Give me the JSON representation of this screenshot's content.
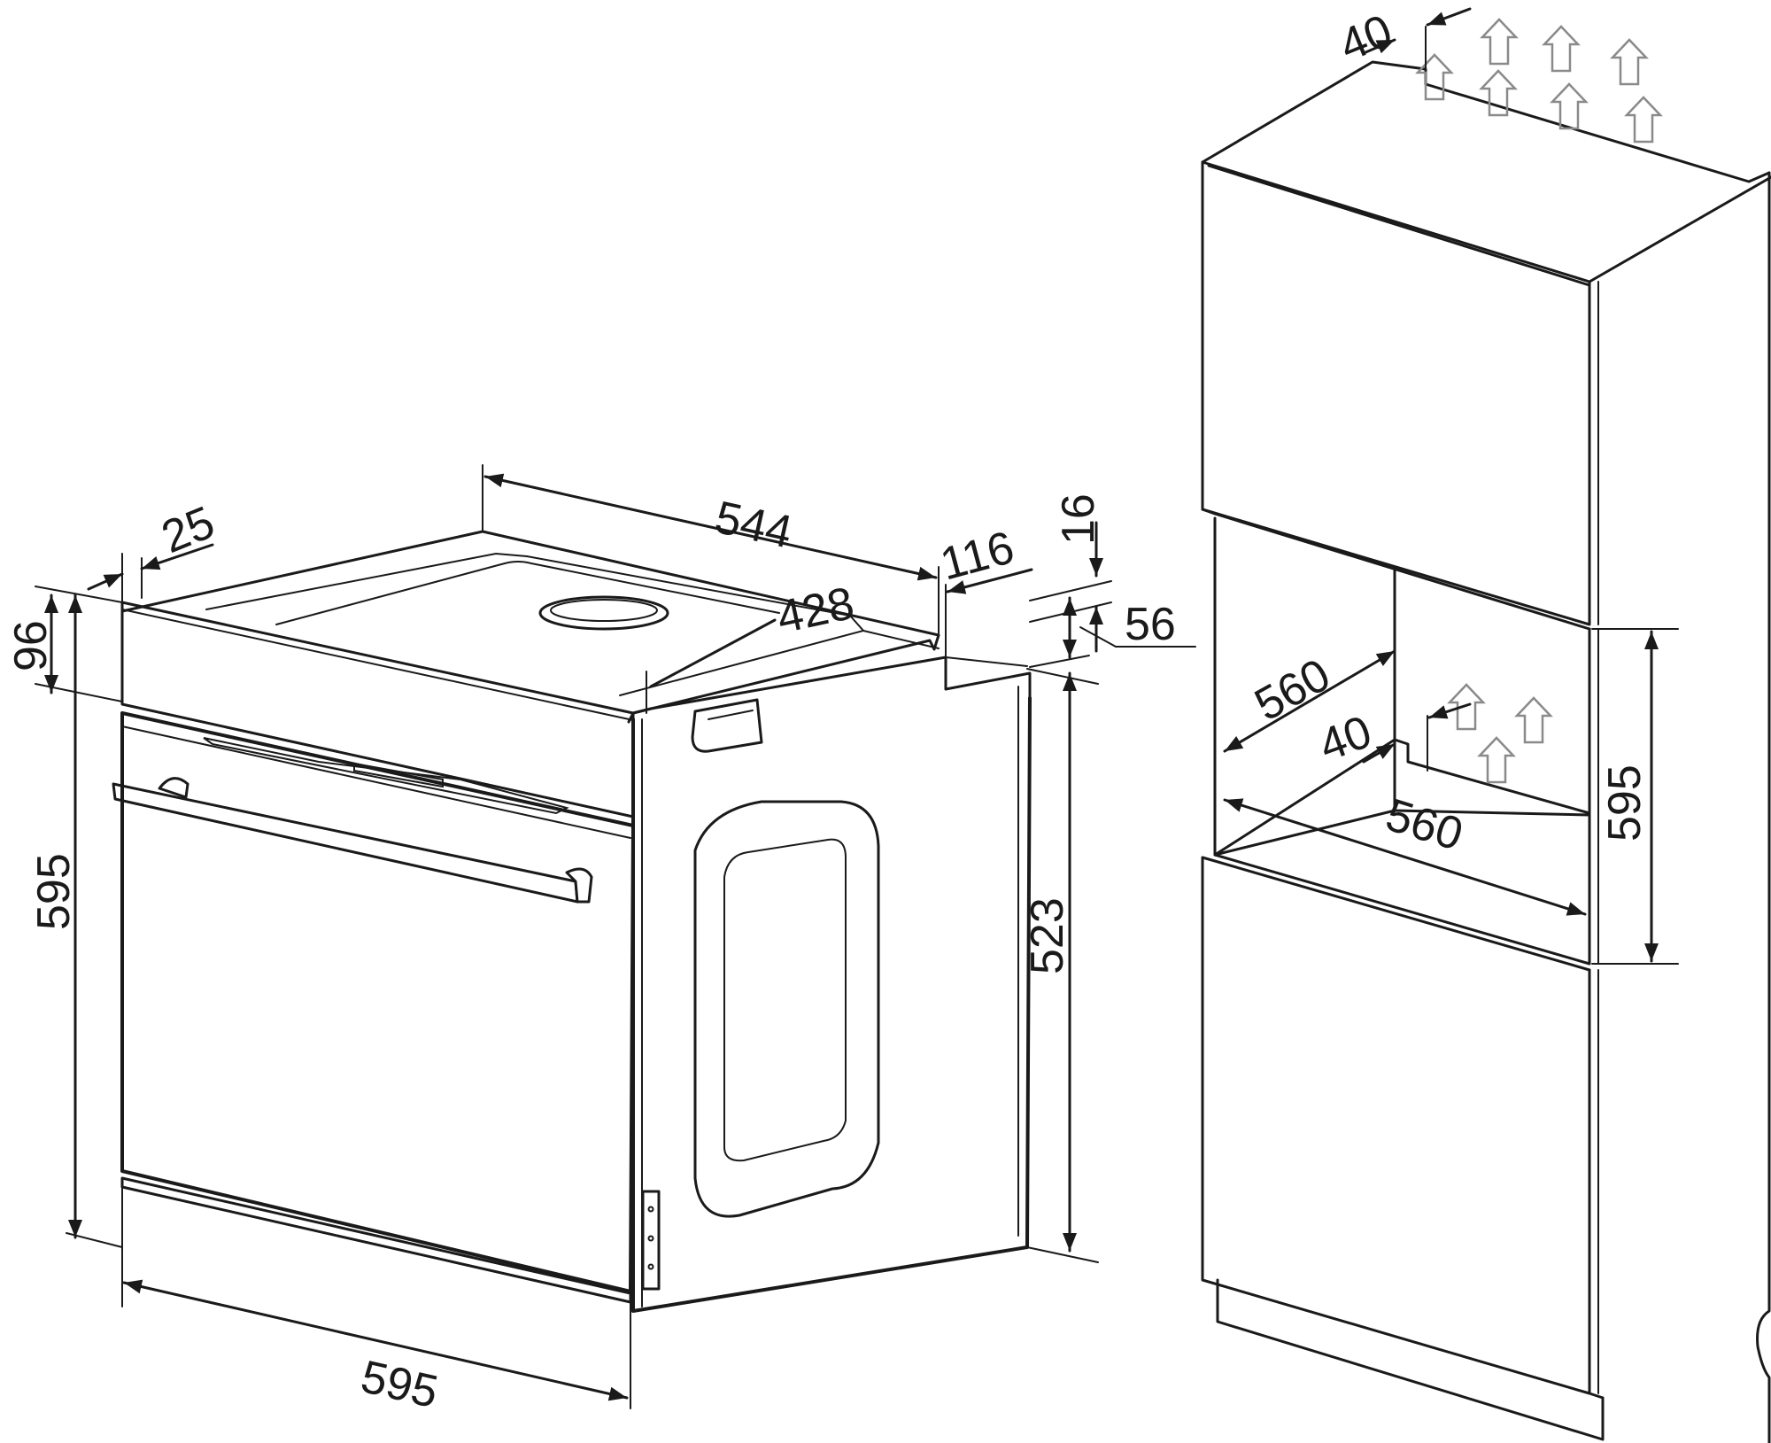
{
  "dimensions": {
    "top_depth": "544",
    "inner_depth": "428",
    "front_panel_depth": "25",
    "back_offset": "116",
    "back_step": "16",
    "back_height": "56",
    "control_panel_height": "96",
    "total_height": "595",
    "body_height": "523",
    "total_width": "595"
  },
  "niche": {
    "top_gap": "40",
    "depth": "560",
    "rear_gap": "40",
    "width": "560",
    "height": "595"
  }
}
